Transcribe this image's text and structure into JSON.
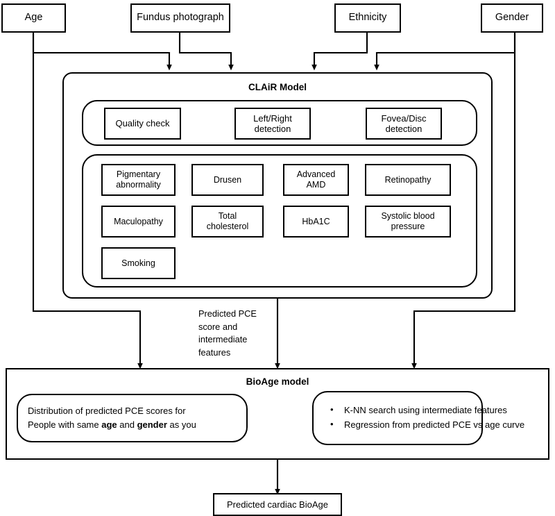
{
  "diagram": {
    "title": "CLAiR / BioAge cardiac biological age prediction pipeline",
    "inputs": [
      {
        "id": "age",
        "label": "Age"
      },
      {
        "id": "fundus",
        "label": "Fundus photograph"
      },
      {
        "id": "ethnicity",
        "label": "Ethnicity"
      },
      {
        "id": "gender",
        "label": "Gender"
      }
    ],
    "clair": {
      "title": "CLAiR Model",
      "detection_modules": [
        {
          "label": "Quality check"
        },
        {
          "label": "Left/Right\ndetection"
        },
        {
          "label": "Fovea/Disc\ndetection"
        }
      ],
      "feature_modules": [
        {
          "label": "Pigmentary\nabnormality"
        },
        {
          "label": "Drusen"
        },
        {
          "label": "Advanced\nAMD"
        },
        {
          "label": "Retinopathy"
        },
        {
          "label": "Maculopathy"
        },
        {
          "label": "Total\ncholesterol"
        },
        {
          "label": "HbA1C"
        },
        {
          "label": "Systolic blood\npressure"
        },
        {
          "label": "Smoking"
        }
      ]
    },
    "edge_labels": {
      "clair_to_bioage": "Predicted PCE\nscore and\nintermediate\nfeatures"
    },
    "bioage": {
      "title": "BioAge model",
      "distribution_box": {
        "line1_pre": "Distribution of predicted PCE scores for",
        "line2_pre": "People with same ",
        "line2_bold1": "age",
        "line2_mid": " and ",
        "line2_bold2": "gender",
        "line2_post": " as you"
      },
      "methods": [
        "K-NN search using intermediate features",
        "Regression from predicted PCE vs age curve"
      ]
    },
    "output": {
      "label": "Predicted cardiac BioAge"
    },
    "colors": {
      "stroke": "#000000",
      "fill": "#ffffff",
      "text": "#000000"
    }
  }
}
